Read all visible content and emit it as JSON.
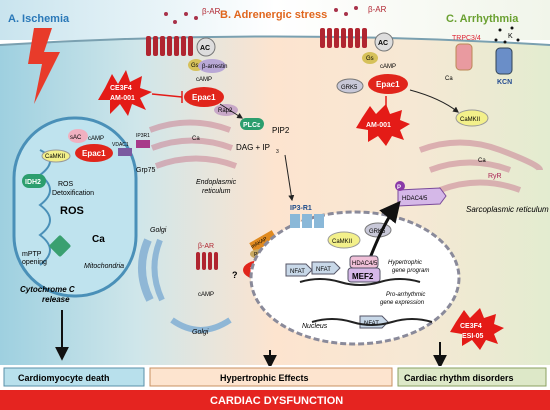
{
  "sections": {
    "ischemia": "A. Ischemia",
    "adrenergic": "B. Adrenergic stress",
    "arrhythmia": "C. Arrhythmia"
  },
  "outcomes": {
    "death": "Cardiomyocyte death",
    "hypertrophic": "Hypertrophic Effects",
    "rhythm": "Cardiac rhythm disorders",
    "dysfunction": "CARDIAC   DYSFUNCTION"
  },
  "labels": {
    "beta_ar": "β-AR",
    "ac": "AC",
    "gs": "Gs",
    "camp": "cAMP",
    "beta_arrestin": "β-arrestin",
    "epac1": "Epac1",
    "rap2": "Rap2",
    "plce": "PLCε",
    "pip2": "PIP2",
    "dag_ip3": "DAG + IP",
    "ip3_sub": "3",
    "grk5": "GRK5",
    "camkii": "CaMKII",
    "trpc": "TRPC3/4",
    "kcn": "KCN",
    "k_ion": "K",
    "ca_ion": "Ca",
    "ce3f4": "CE3F4",
    "am001": "AM-001",
    "esi05": "ESI-05",
    "sac": "sAC",
    "idh2": "IDH2",
    "ros_detox": "ROS\nDetoxification",
    "ros": "ROS",
    "ca2": "Ca",
    "mptp": "mPTP\nopening",
    "mitochondria": "Mitochondria",
    "cytc": "Cytochrome C\nrelease",
    "vdac1": "VDAC1",
    "ip3r1": "IP3R1",
    "grp75": "Grp75",
    "er": "Endoplasmic\nreticulum",
    "golgi": "Golgi",
    "makap": "mAKAP",
    "pld": "PLD",
    "ip3r1_nuc": "IP3-R1",
    "nfat": "NFAT",
    "hdac": "HDAC4/5",
    "mef2": "MEF2",
    "p": "P",
    "hyper_prog": "Hypertrophic\ngene program",
    "nucleus": "Nucleus",
    "proarr": "Pro-arrhythmic\ngene expression",
    "sr": "Sarcoplasmic\nreticulum",
    "ryr": "RyR",
    "question": "?"
  }
}
